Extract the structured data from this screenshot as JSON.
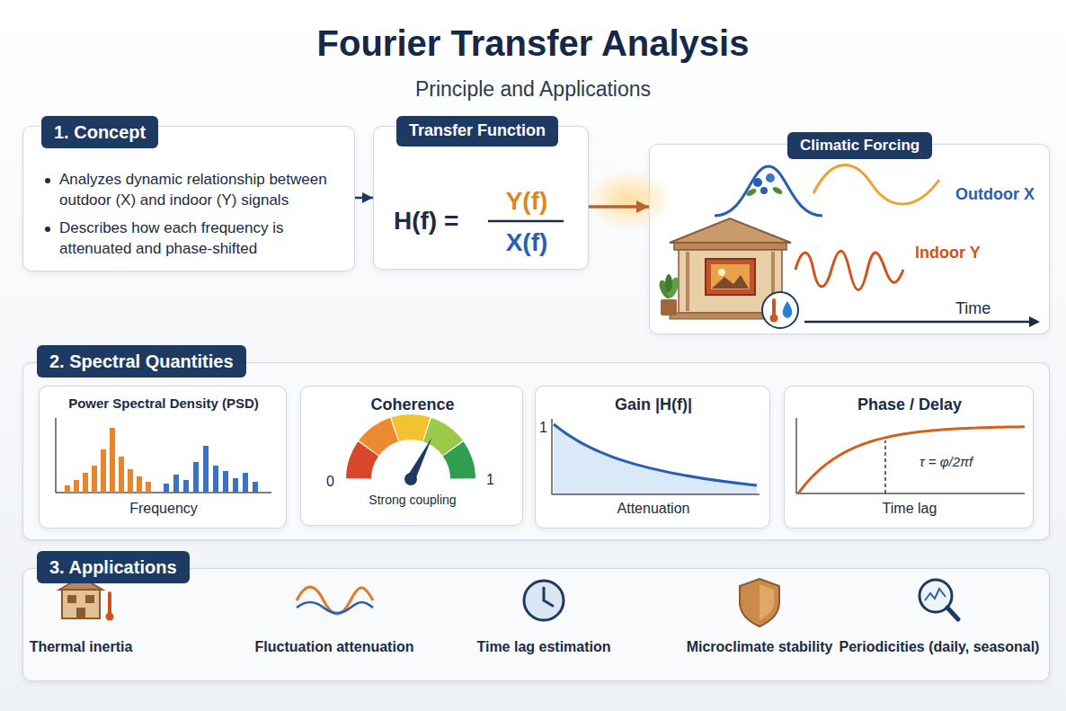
{
  "diagram": {
    "title": "Fourier Transfer Analysis",
    "nodes": [
      {
        "text": [
          "1. Concept",
          "Analyzes dynamic relationship between outdoor (X) and indoor (Y) signals",
          "Describes how each frequency is attenuated and phase-shifted"
        ]
      },
      {
        "text": [
          "Transfer Function",
          "H(f) =",
          "Y(f)",
          "X(f)"
        ]
      },
      {
        "text": [
          "Climatic Forcing",
          "Outdoor X",
          "Indoor Y",
          "Time"
        ]
      },
      {
        "text": [
          "2. Spectral Quantities"
        ]
      },
      {
        "text": [
          "Power Spectral Density (PSD)",
          "Frequency"
        ],
        "in": 3
      },
      {
        "text": [
          "Coherence",
          "0",
          "Strong coupling",
          "1"
        ],
        "in": 3
      },
      {
        "text": [
          "Gain |H(f)|",
          "1",
          "Attenuation"
        ],
        "in": 3
      },
      {
        "text": [
          "Phase / Delay",
          "τ = φ/2πf",
          "Time lag"
        ],
        "in": 3
      },
      {
        "text": [
          "3. Applications"
        ]
      }
    ],
    "edges": [
      {
        "from": 0,
        "to": 1,
        "arrow": "to"
      },
      {
        "from": 1,
        "to": 2,
        "arrow": "to"
      }
    ],
    "labels": [
      "Principle and Applications",
      "Thermal inertia",
      "Fluctuation attenuation",
      "Time lag estimation",
      "Microclimate stability",
      "Periodicities (daily, seasonal)"
    ]
  }
}
